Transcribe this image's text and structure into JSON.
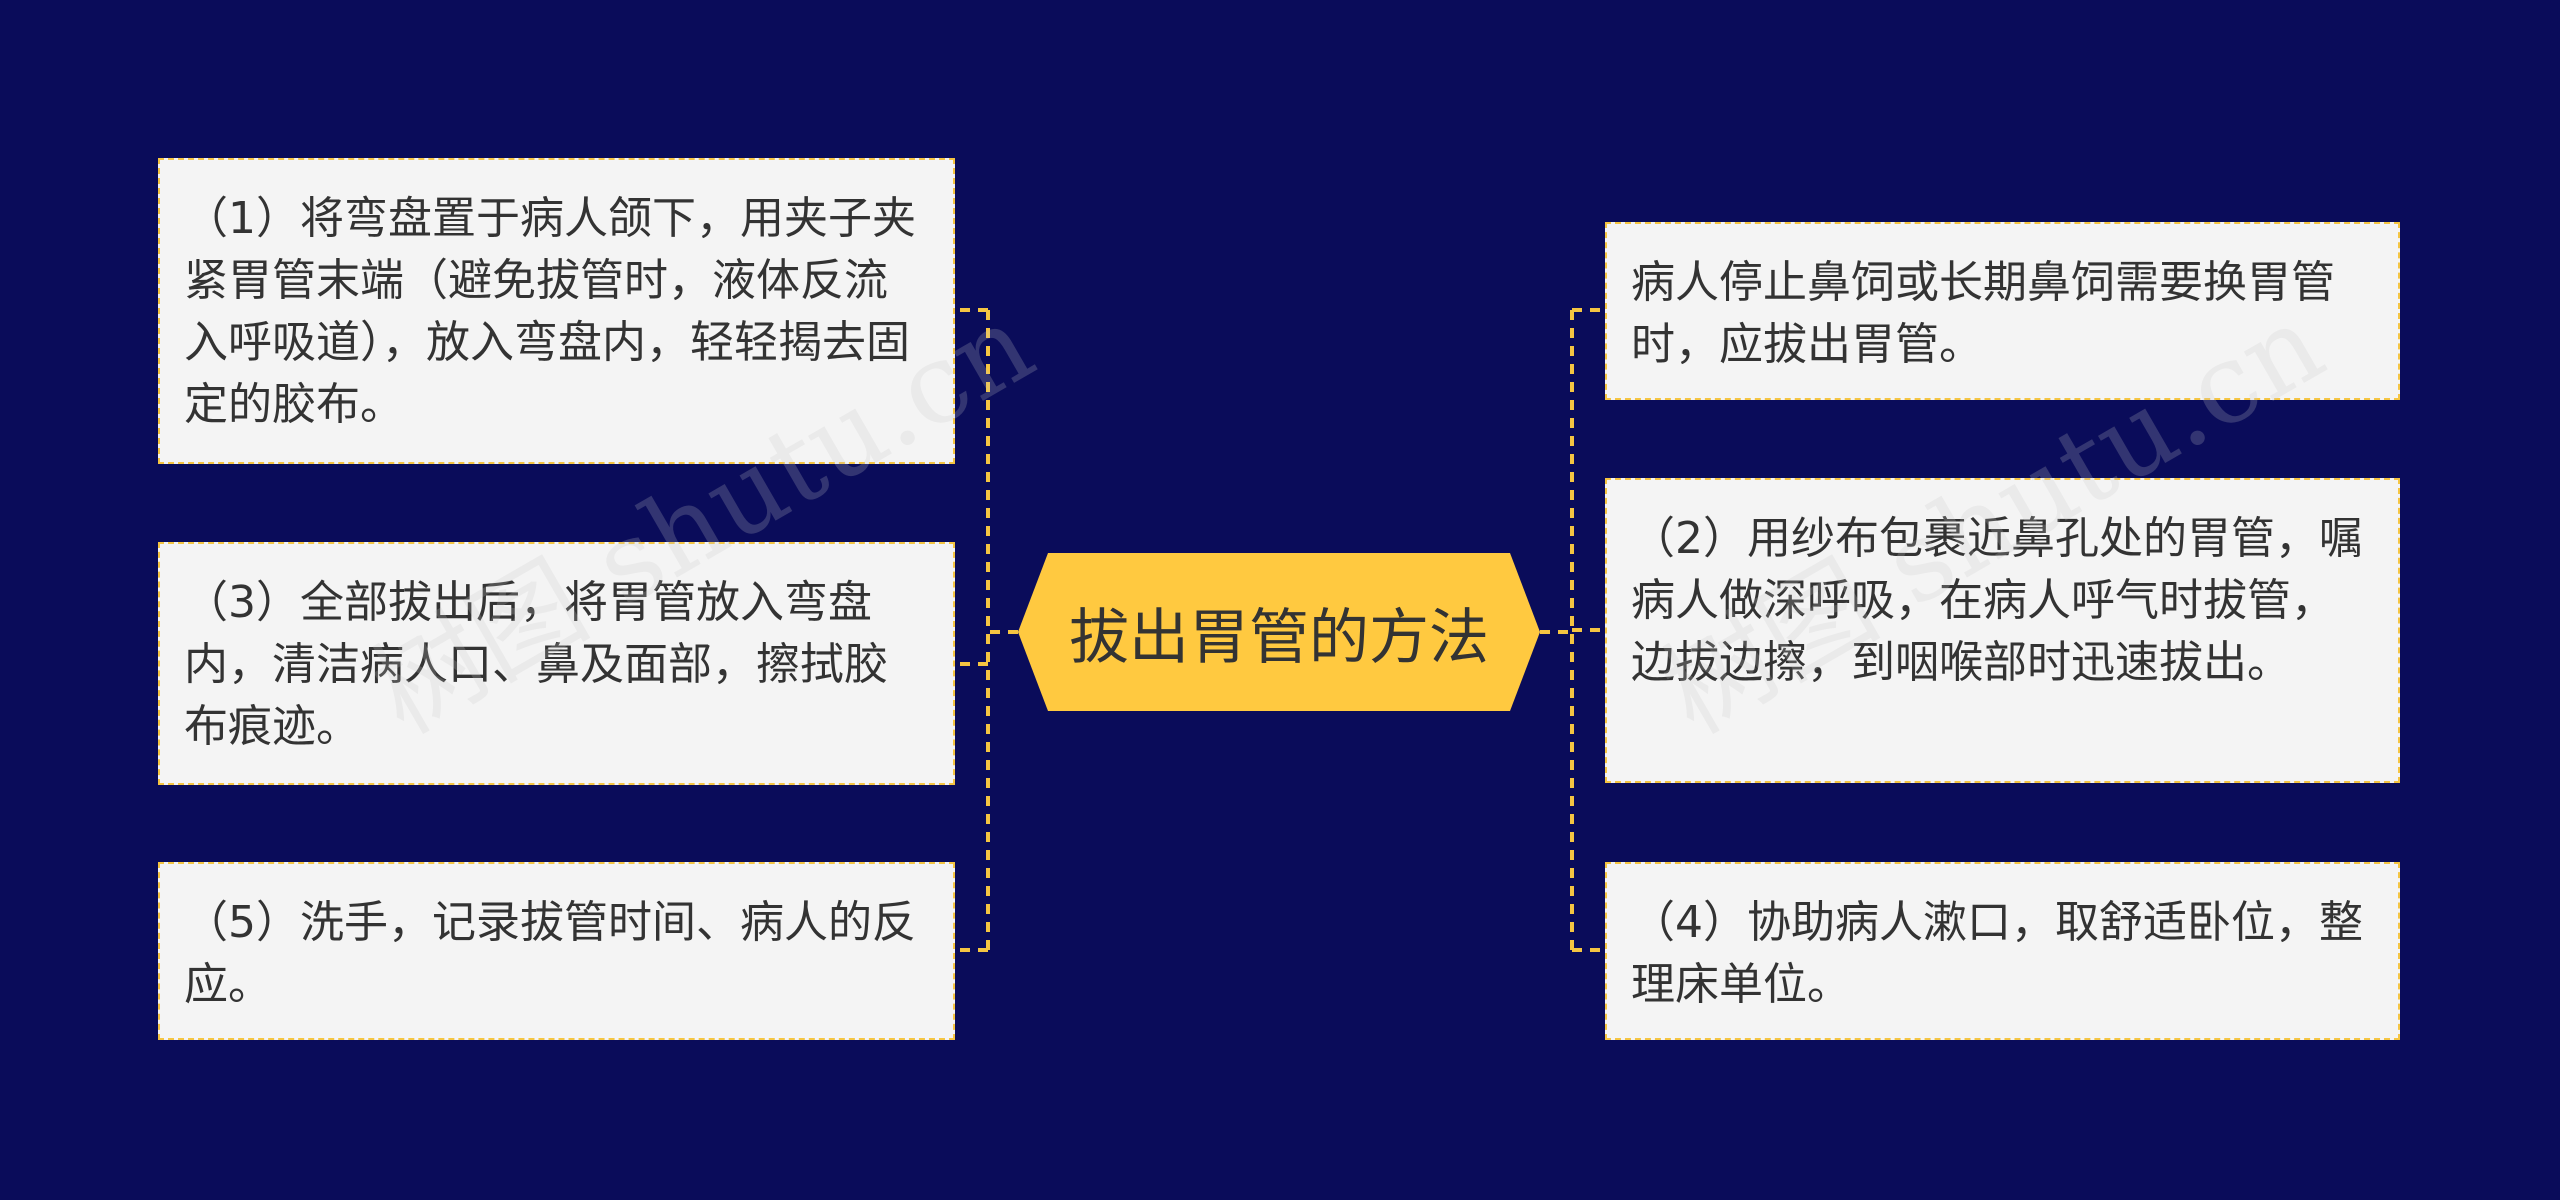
{
  "theme": {
    "background": "#0a0c5a",
    "accent": "#f5c542",
    "node_fill": "#f4f4f4",
    "center_fill": "#ffc940",
    "text": "#333333"
  },
  "center": {
    "label": "拔出胃管的方法"
  },
  "left_nodes": [
    {
      "text": "（1）将弯盘置于病人颌下，用夹子夹紧胃管末端（避免拔管时，液体反流入呼吸道），放入弯盘内，轻轻揭去固定的胶布。"
    },
    {
      "text": "（3）全部拔出后，将胃管放入弯盘内，清洁病人口、鼻及面部，擦拭胶布痕迹。"
    },
    {
      "text": "（5）洗手，记录拔管时间、病人的反应。"
    }
  ],
  "right_nodes": [
    {
      "text": "病人停止鼻饲或长期鼻饲需要换胃管时，应拔出胃管。"
    },
    {
      "text": "（2）用纱布包裹近鼻孔处的胃管，嘱病人做深呼吸，在病人呼气时拔管，边拔边擦，到咽喉部时迅速拔出。"
    },
    {
      "text": "（4）协助病人漱口，取舒适卧位，整理床单位。"
    }
  ],
  "watermarks": [
    "树图 shutu.cn",
    "树图 shutu.cn"
  ]
}
